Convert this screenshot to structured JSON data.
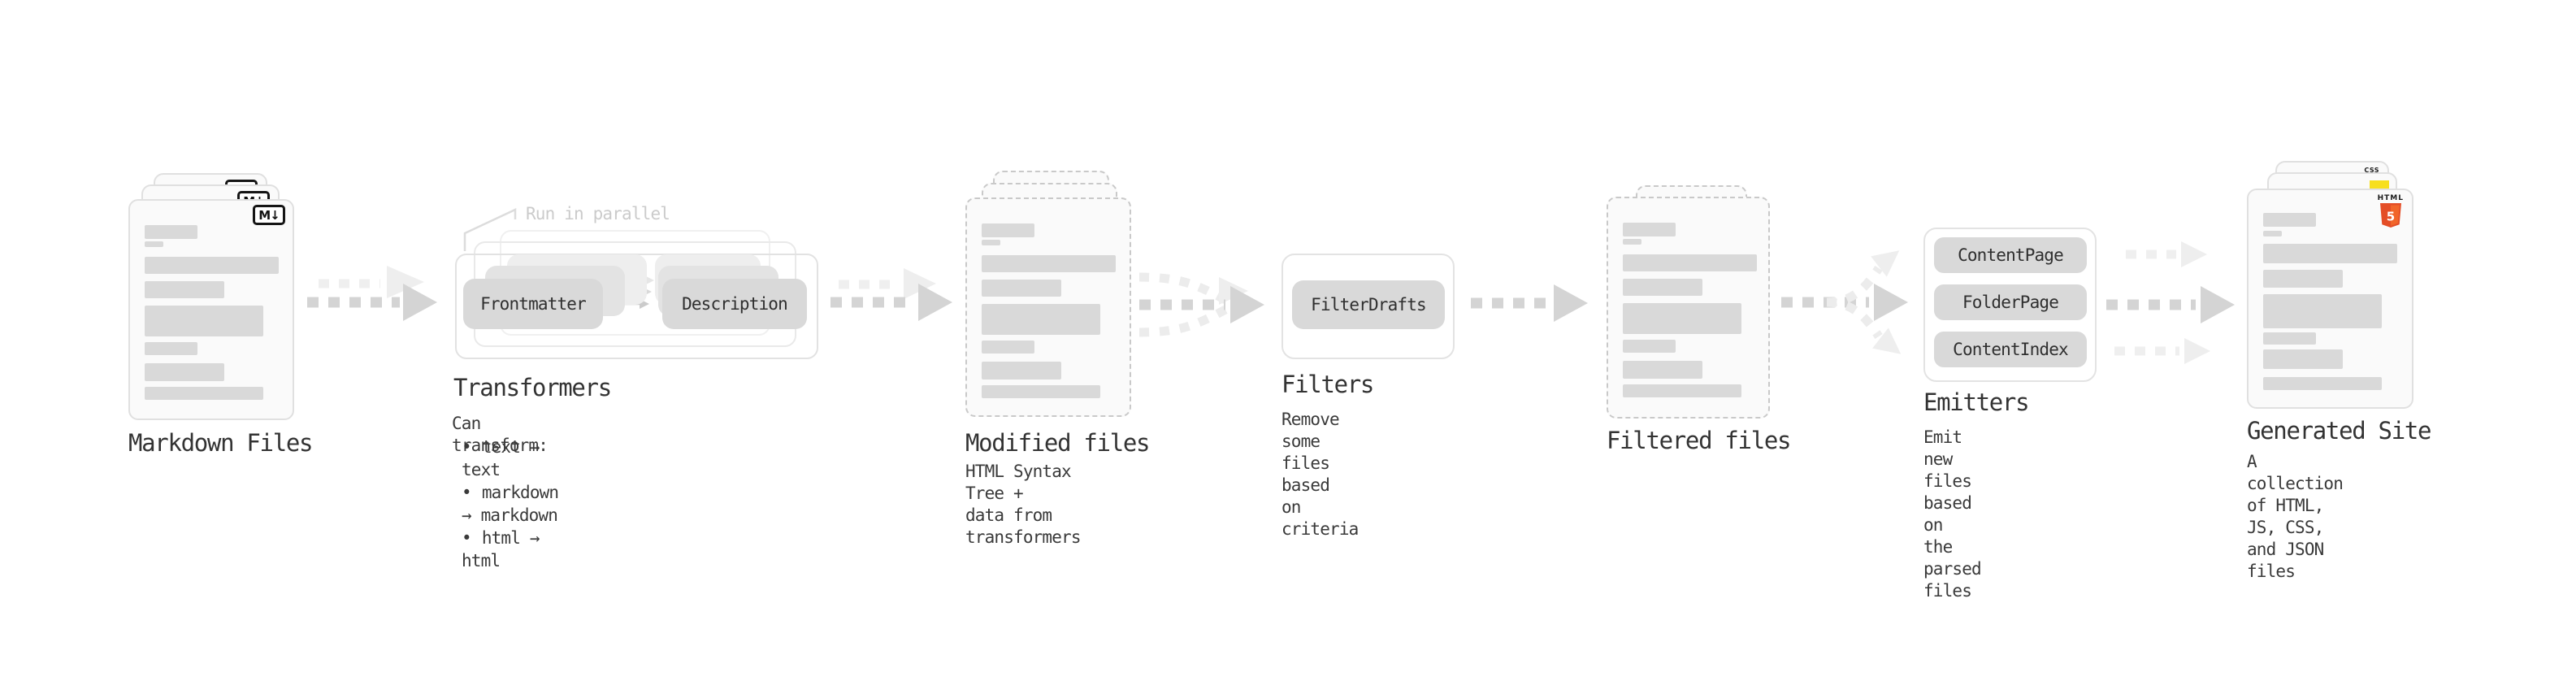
{
  "diagram": {
    "markdown_files": {
      "label": "Markdown Files",
      "badge": "M↓"
    },
    "transformers": {
      "parallel_note": "Run in parallel",
      "input_pill": "Frontmatter",
      "output_pill": "Description",
      "title": "Transformers",
      "caption": "Can transform:",
      "bullets": [
        "text → text",
        "markdown → markdown",
        "html → html"
      ]
    },
    "modified_files": {
      "title": "Modified files",
      "caption": "HTML Syntax Tree +\ndata from transformers"
    },
    "filters": {
      "pill": "FilterDrafts",
      "title": "Filters",
      "caption": "Remove some files based\non criteria"
    },
    "filtered_files": {
      "title": "Filtered files"
    },
    "emitters": {
      "pills": [
        "ContentPage",
        "FolderPage",
        "ContentIndex"
      ],
      "title": "Emitters",
      "caption": "Emit new files based on\nthe parsed files"
    },
    "generated_site": {
      "title": "Generated Site",
      "caption": "A collection of HTML,\nJS, CSS, and JSON files",
      "badges": {
        "css_label": "CSS",
        "html_label": "HTML",
        "html_number": "5"
      }
    }
  },
  "colors": {
    "css_blue": "#2965f1",
    "js_yellow": "#f7df1e",
    "html_orange": "#e44d26",
    "html_orange_light": "#f16529",
    "skeleton_gray": "#d9d9d9",
    "arrow_gray": "#d4d4d4",
    "arrow_faint": "#eeeeee"
  }
}
